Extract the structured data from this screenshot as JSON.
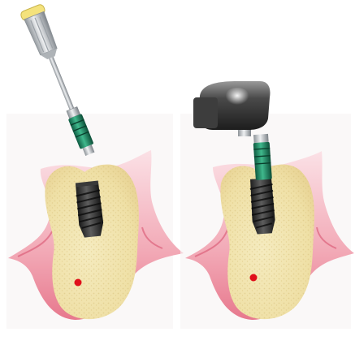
{
  "figure": {
    "panels": [
      {
        "id": "manual-insertion",
        "tool": "hand-screwdriver-icon",
        "marker": "red-dot"
      },
      {
        "id": "ratchet-insertion",
        "tool": "torque-ratchet-icon",
        "marker": "red-dot"
      }
    ],
    "colors": {
      "background": "#ffffff",
      "gum": "#e87e90",
      "bone": "#efe1a8",
      "implant": "#2b2b2b",
      "driver_green": "#1e8a66",
      "handle_cap": "#f4e27c",
      "handle": "#c9cdd1",
      "marker": "#e0101b"
    }
  }
}
